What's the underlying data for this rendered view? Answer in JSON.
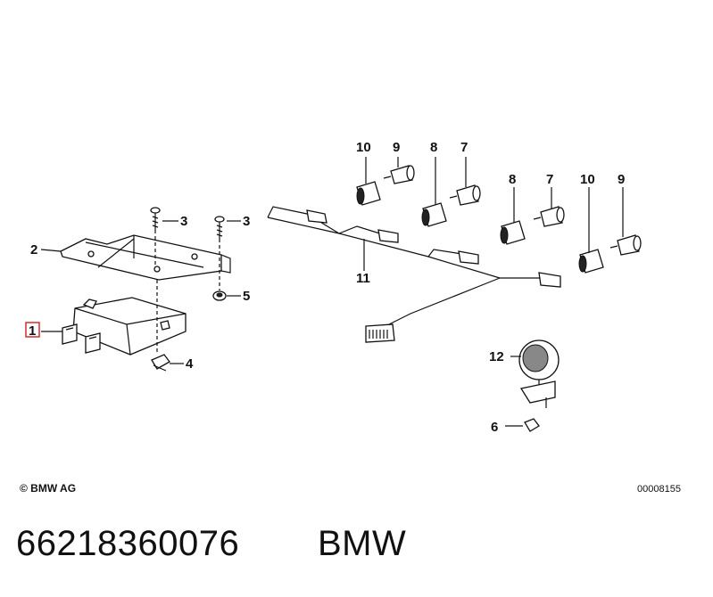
{
  "callouts": {
    "c1": "1",
    "c2": "2",
    "c3a": "3",
    "c3b": "3",
    "c4": "4",
    "c5": "5",
    "c6": "6",
    "c7a": "7",
    "c7b": "7",
    "c8a": "8",
    "c8b": "8",
    "c9a": "9",
    "c9b": "9",
    "c10a": "10",
    "c10b": "10",
    "c11": "11",
    "c12": "12"
  },
  "highlight_color": "#d32f2f",
  "footer": {
    "copyright": "© BMW AG",
    "document_number": "00008155"
  },
  "caption": {
    "part_number": "66218360076",
    "brand": "BMW"
  }
}
